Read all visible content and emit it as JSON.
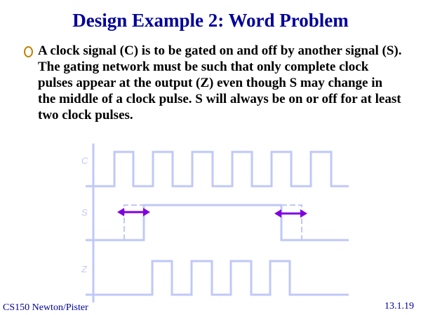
{
  "title": "Design Example 2: Word Problem",
  "bullet_text": "A clock signal (C) is to be gated on and off by another signal (S). The gating network must be such that only complete clock pulses appear at the output (Z) even though S may change in the middle of a clock pulse. S will always be on or off for at least two clock pulses.",
  "diagram": {
    "labels": {
      "c": "C",
      "s": "S",
      "z": "Z"
    },
    "wave_color": "#c0c8f8",
    "arrow_color": "#8000e0"
  },
  "footer": {
    "left": "CS150 Newton/Pister",
    "right": "13.1.19"
  }
}
